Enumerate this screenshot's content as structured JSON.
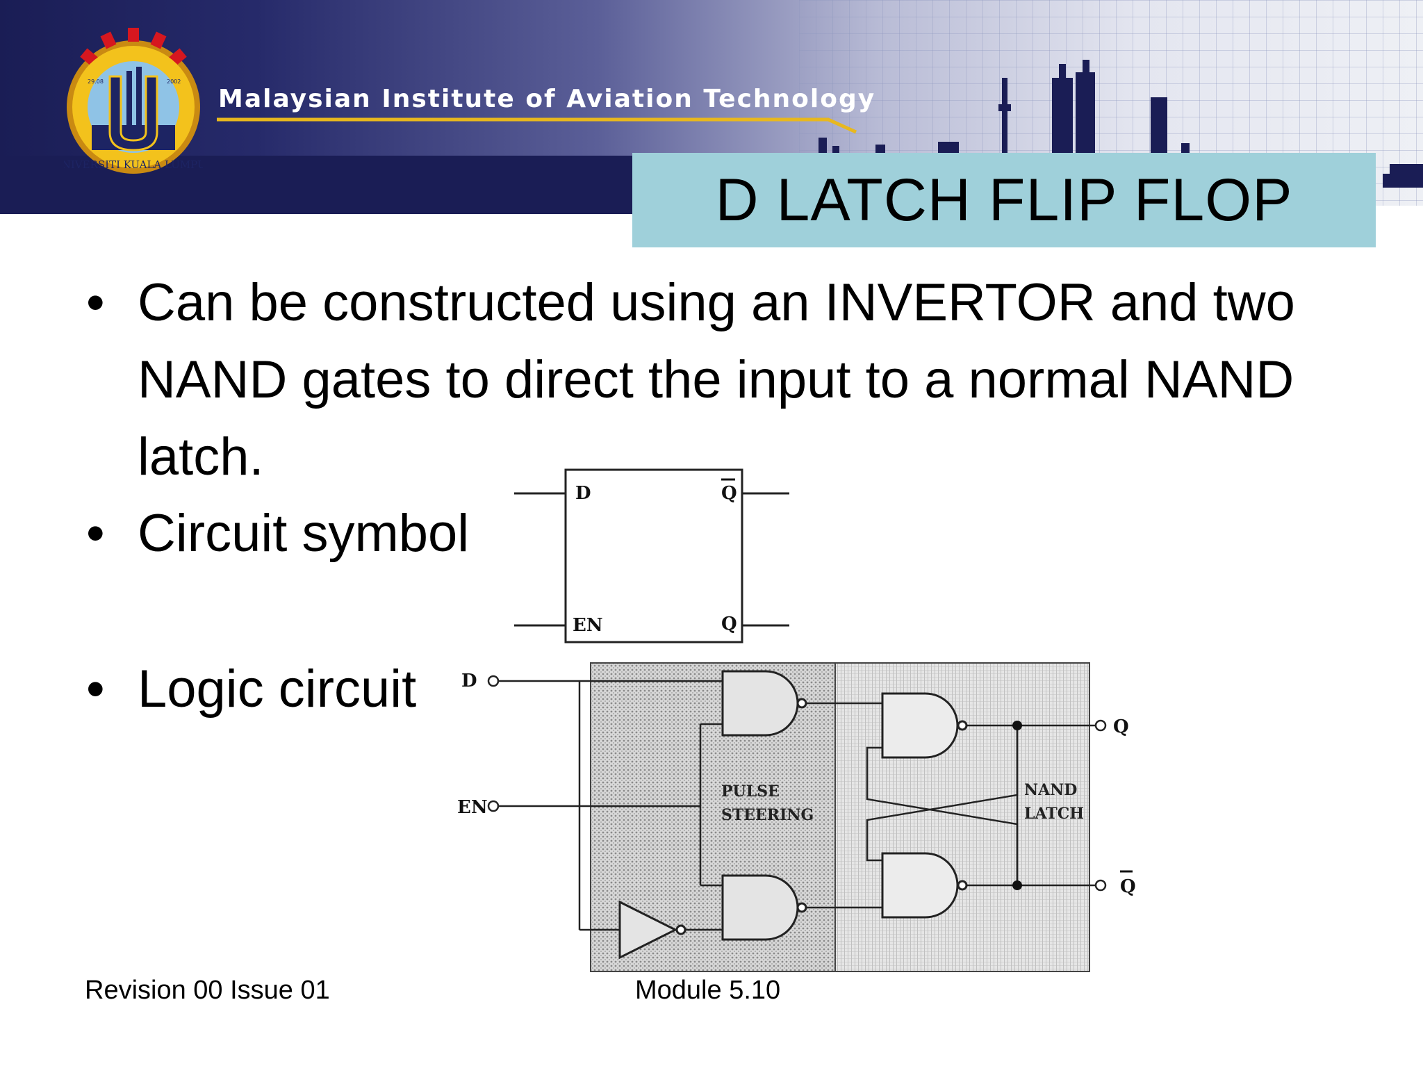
{
  "header": {
    "institute": "Malaysian Institute of Aviation Technology",
    "logo": {
      "text_top": "UNIVERSITI",
      "text_bottom": "KUALA LUMPUR",
      "year_left": "29.08",
      "year_right": "2002",
      "icon": "unikl-crest"
    }
  },
  "title": "D LATCH FLIP FLOP",
  "bullets": [
    {
      "glyph": "•",
      "lines": [
        "Can be constructed using an INVERTOR and two",
        "NAND gates to direct the input to a normal NAND",
        "latch."
      ]
    },
    {
      "glyph": "•",
      "text": "Circuit symbol"
    },
    {
      "glyph": "•",
      "text": "Logic circuit"
    }
  ],
  "symbol_diagram": {
    "labels": {
      "d": "D",
      "q_bar": "Q",
      "en": "EN",
      "q": "Q"
    }
  },
  "logic_diagram": {
    "inputs": {
      "d": "D",
      "en": "EN"
    },
    "outputs": {
      "q": "Q",
      "q_bar": "Q"
    },
    "blocks": {
      "pulse_steering": [
        "PULSE",
        "STEERING"
      ],
      "nand_latch": [
        "NAND",
        "LATCH"
      ]
    }
  },
  "footer": {
    "revision": "Revision 00 Issue 01",
    "module": "Module 5.10"
  },
  "colors": {
    "header_dark": "#1a1d55",
    "title_box": "#9fd0da",
    "accent_gold": "#e8b81e"
  }
}
